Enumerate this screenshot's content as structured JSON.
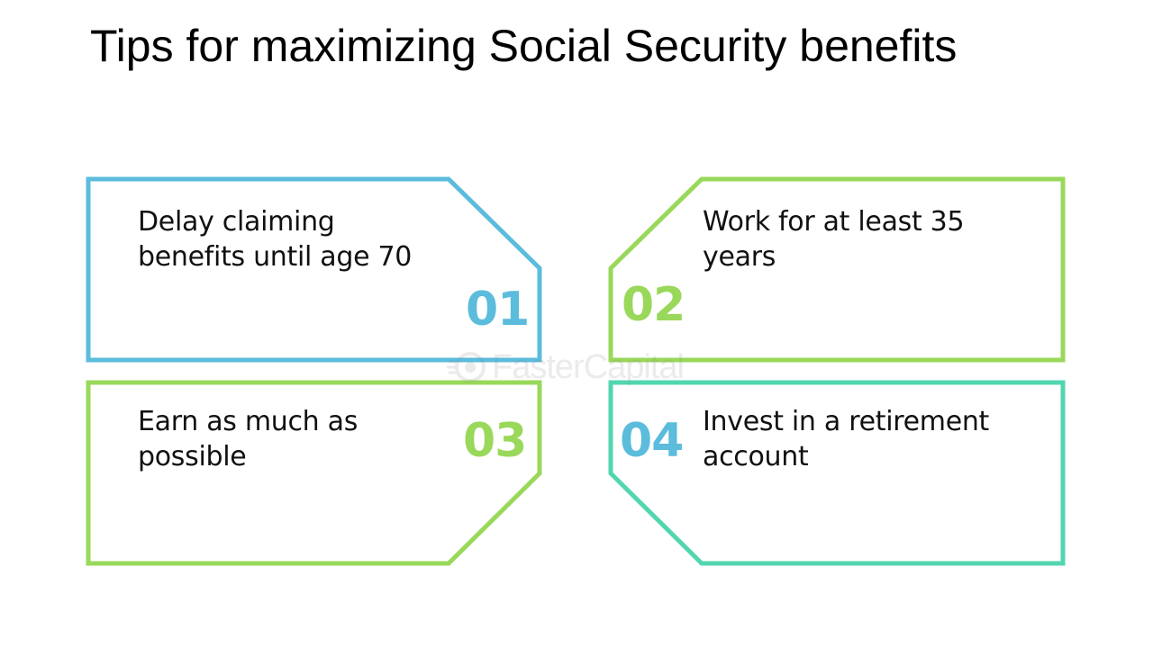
{
  "title": "Tips for maximizing Social Security benefits",
  "watermark": {
    "text": "FasterCapital",
    "icon": "faster-capital-logo-icon"
  },
  "colors": {
    "blue": "#5bbcdc",
    "green": "#99d85a",
    "teal": "#52d6b0"
  },
  "tips": [
    {
      "number": "01",
      "text": "Delay claiming benefits until age 70",
      "border_color": "#5bbcdc",
      "number_color": "#5bbcdc"
    },
    {
      "number": "02",
      "text": "Work for at least 35 years",
      "border_color": "#99d85a",
      "number_color": "#99d85a"
    },
    {
      "number": "03",
      "text": "Earn as much as possible",
      "border_color": "#99d85a",
      "number_color": "#99d85a"
    },
    {
      "number": "04",
      "text": "Invest in a retirement account",
      "border_color": "#52d6b0",
      "number_color": "#5bbcdc"
    }
  ]
}
